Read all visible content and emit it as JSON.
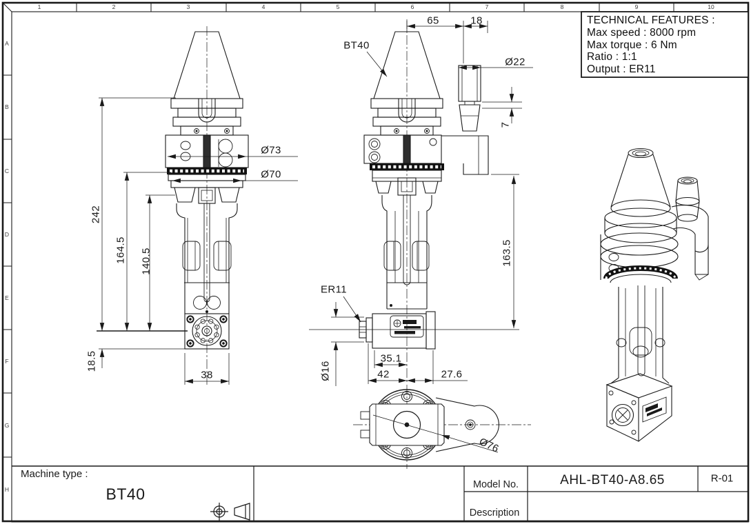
{
  "sheet": {
    "zones": {
      "columns": [
        "1",
        "2",
        "3",
        "4",
        "5",
        "6",
        "7",
        "8",
        "9",
        "10"
      ],
      "rows": [
        "A",
        "B",
        "C",
        "D",
        "E",
        "F",
        "G",
        "H"
      ]
    },
    "tech_features": {
      "title": "TECHNICAL FEATURES :",
      "lines": [
        "Max speed : 8000 rpm",
        "Max torque : 6 Nm",
        "Ratio : 1:1",
        "Output : ER11"
      ]
    },
    "views": {
      "front": {
        "dims": {
          "dia73": "Ø73",
          "dia70": "Ø70",
          "h242": "242",
          "h164_5": "164.5",
          "h140_5": "140.5",
          "h18_5": "18.5",
          "w38": "38"
        }
      },
      "side": {
        "labels": {
          "taper": "BT40",
          "collet": "ER11"
        },
        "dims": {
          "w65": "65",
          "w18": "18",
          "dia22": "Ø22",
          "h7": "7",
          "h163_5": "163.5",
          "dia16": "Ø16",
          "w35_1": "35.1",
          "w42": "42",
          "w27_6": "27.6"
        }
      },
      "bottom": {
        "dims": {
          "dia76": "Ø76"
        }
      }
    },
    "title_block": {
      "machine_type_label": "Machine type :",
      "machine_type_value": "BT40",
      "model_no_label": "Model No.",
      "model_no_value": "AHL-BT40-A8.65",
      "revision": "R-01",
      "description_label": "Description",
      "description_value": ""
    },
    "colors": {
      "line": "#1a1a1a",
      "paper": "#ffffff"
    }
  }
}
